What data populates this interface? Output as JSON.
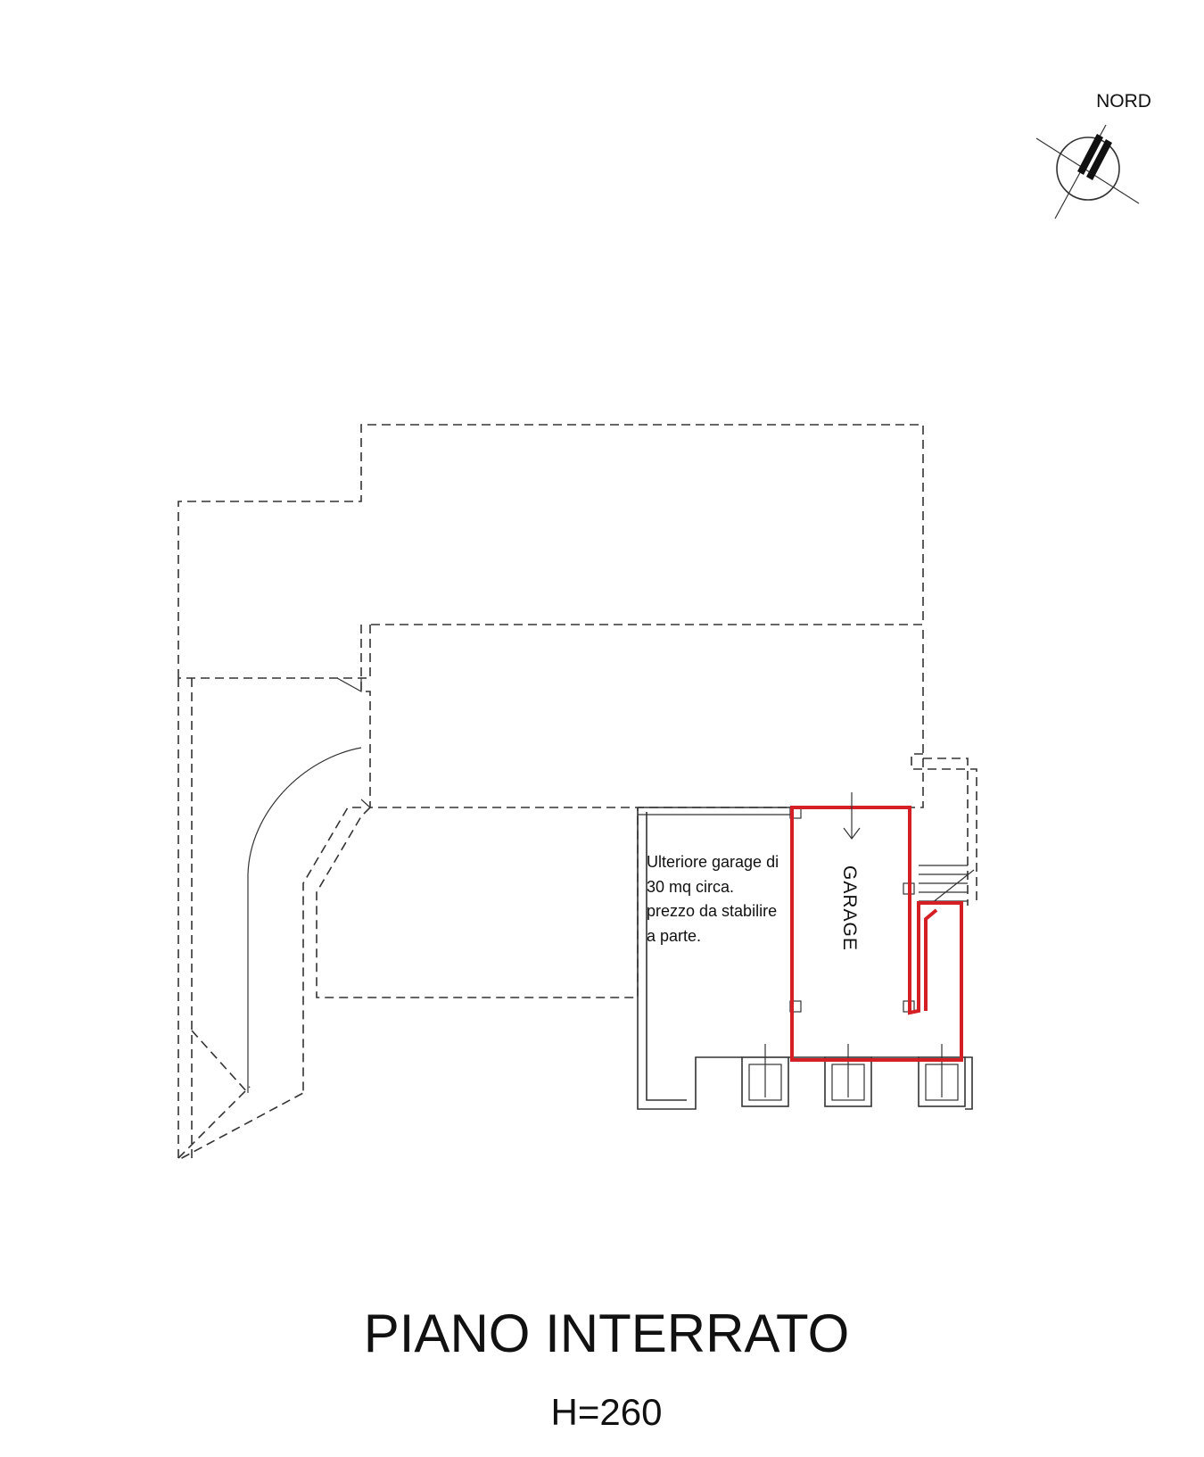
{
  "north_label": "NORD",
  "garage_label": "GARAGE",
  "note_lines": [
    "Ulteriore garage di",
    "30 mq circa.",
    "prezzo da stabilire",
    "a parte."
  ],
  "title": "PIANO INTERRATO",
  "height_label": "H=260",
  "colors": {
    "highlight": "#d42025",
    "lines": "#333333"
  }
}
